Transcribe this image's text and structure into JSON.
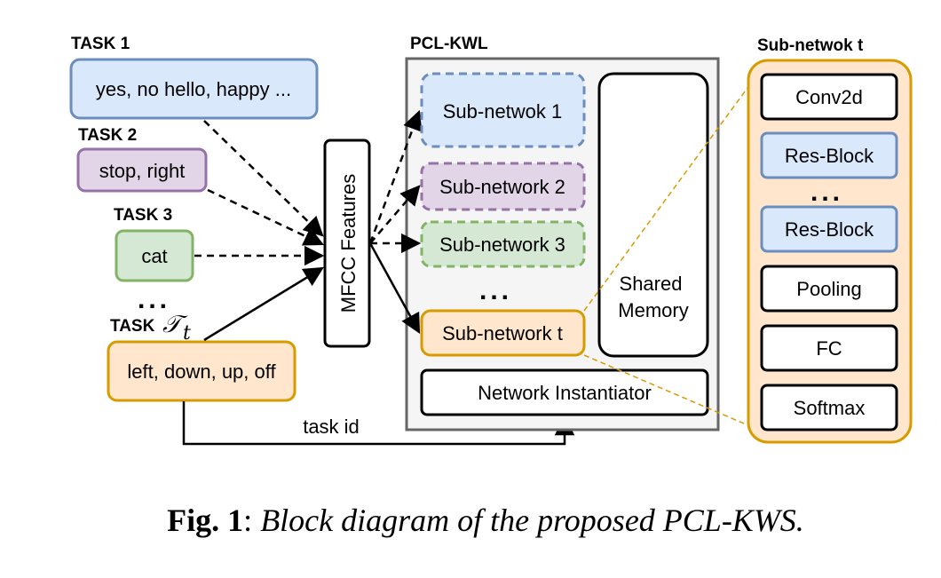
{
  "tasks": {
    "task1": {
      "label": "TASK 1",
      "words": "yes, no hello, happy ..."
    },
    "task2": {
      "label": "TASK 2",
      "words": "stop, right"
    },
    "task3": {
      "label": "TASK 3",
      "words": "cat"
    },
    "task_dots": "...",
    "taskt": {
      "label": "TASK",
      "symbol": "𝒯",
      "subscript": "t",
      "words": "left, down, up, off"
    }
  },
  "features_label": "MFCC Features",
  "task_id_label": "task id",
  "pcl": {
    "title": "PCL-KWL",
    "sub1": "Sub-netwok 1",
    "sub2": "Sub-network 2",
    "sub3": "Sub-network 3",
    "dots": "...",
    "subt": "Sub-network t",
    "shared_memory_line1": "Shared",
    "shared_memory_line2": "Memory",
    "instantiator": "Network Instantiator"
  },
  "subnet_detail": {
    "title": "Sub-netwok t",
    "layers": [
      "Conv2d",
      "Res-Block",
      "...",
      "Res-Block",
      "Pooling",
      "FC",
      "Softmax"
    ]
  },
  "caption": {
    "prefix": "Fig. 1",
    "separator": ": ",
    "text": "Block diagram of the proposed PCL-KWS."
  },
  "colors": {
    "blue_fill": "#dae8fc",
    "blue_stroke": "#6c8ebf",
    "purple_fill": "#e1d5e7",
    "purple_stroke": "#9673a6",
    "green_fill": "#d5e8d4",
    "green_stroke": "#82b366",
    "orange_fill": "#ffe6cc",
    "orange_stroke": "#d79b00",
    "gray_stroke": "#666666"
  }
}
